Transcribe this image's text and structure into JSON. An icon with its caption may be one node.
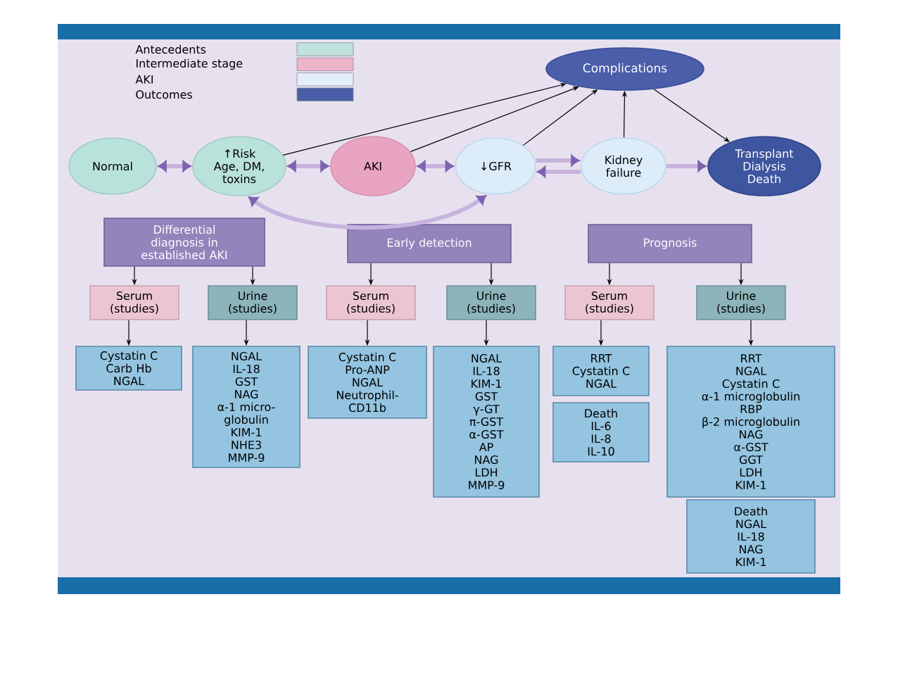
{
  "diagram": {
    "nodes": [
      {
        "text": [
          "Normal"
        ]
      },
      {
        "text": [
          "↑Risk",
          "Age, DM, toxins"
        ]
      },
      {
        "text": [
          "AKI"
        ]
      },
      {
        "text": [
          "↓GFR"
        ]
      },
      {
        "text": [
          "Kidney failure"
        ]
      },
      {
        "text": [
          "Transplant",
          "Dialysis",
          "Death"
        ]
      },
      {
        "text": [
          "Complications"
        ]
      },
      {
        "text": [
          "Differential diagnosis in established AKI"
        ]
      },
      {
        "text": [
          "Early detection"
        ]
      },
      {
        "text": [
          "Prognosis"
        ]
      },
      {
        "text": [
          "Serum (studies)"
        ]
      },
      {
        "text": [
          "Urine (studies)"
        ]
      },
      {
        "text": [
          "Serum (studies)"
        ]
      },
      {
        "text": [
          "Urine (studies)"
        ]
      },
      {
        "text": [
          "Serum (studies)"
        ]
      },
      {
        "text": [
          "Urine (studies)"
        ]
      },
      {
        "text": [
          "Cystatin C",
          "Carb Hb",
          "NGAL"
        ]
      },
      {
        "text": [
          "NGAL",
          "IL-18",
          "GST",
          "NAG",
          "α-1 micro-globulin",
          "KIM-1",
          "NHE3",
          "MMP-9"
        ]
      },
      {
        "text": [
          "Cystatin C",
          "Pro-ANP",
          "NGAL",
          "Neutrophil-CD11b"
        ]
      },
      {
        "text": [
          "NGAL",
          "IL-18",
          "KIM-1",
          "GST",
          "γ-GT",
          "π-GST",
          "α-GST",
          "AP",
          "NAG",
          "LDH",
          "MMP-9"
        ]
      },
      {
        "text": [
          "RRT",
          "Cystatin C",
          "NGAL"
        ]
      },
      {
        "text": [
          "Death",
          "IL-6",
          "IL-8",
          "IL-10"
        ]
      },
      {
        "text": [
          "RRT",
          "NGAL",
          "Cystatin C",
          "α-1 microglobulin",
          "RBP",
          "β-2 microglobulin",
          "NAG",
          "α-GST",
          "GGT",
          "LDH",
          "KIM-1"
        ]
      },
      {
        "text": [
          "Death",
          "NGAL",
          "IL-18",
          "NAG",
          "KIM-1"
        ]
      }
    ],
    "edges": [
      {
        "from": 0,
        "to": 1,
        "arrow": "both",
        "style": "thick",
        "color": "#c6b4de"
      },
      {
        "from": 1,
        "to": 2,
        "arrow": "both",
        "style": "thick",
        "color": "#c6b4de"
      },
      {
        "from": 2,
        "to": 3,
        "arrow": "both",
        "style": "thick",
        "color": "#c6b4de"
      },
      {
        "from": 3,
        "to": 4,
        "arrow": "to",
        "style": "thick",
        "color": "#c6b4de"
      },
      {
        "from": 4,
        "to": 3,
        "arrow": "to",
        "style": "thick",
        "color": "#c6b4de"
      },
      {
        "from": 4,
        "to": 5,
        "arrow": "to",
        "style": "thick",
        "color": "#c6b4de"
      },
      {
        "from": 1,
        "to": 3,
        "arrow": "both",
        "style": "thick",
        "color": "#c6b4de"
      },
      {
        "from": 1,
        "to": 6,
        "arrow": "to"
      },
      {
        "from": 2,
        "to": 6,
        "arrow": "to"
      },
      {
        "from": 3,
        "to": 6,
        "arrow": "to"
      },
      {
        "from": 4,
        "to": 6,
        "arrow": "to"
      },
      {
        "from": 6,
        "to": 5,
        "arrow": "to"
      },
      {
        "from": 7,
        "to": 10,
        "arrow": "to"
      },
      {
        "from": 7,
        "to": 11,
        "arrow": "to"
      },
      {
        "from": 8,
        "to": 12,
        "arrow": "to"
      },
      {
        "from": 8,
        "to": 13,
        "arrow": "to"
      },
      {
        "from": 9,
        "to": 14,
        "arrow": "to"
      },
      {
        "from": 9,
        "to": 15,
        "arrow": "to"
      },
      {
        "from": 10,
        "to": 16,
        "arrow": "to"
      },
      {
        "from": 11,
        "to": 17,
        "arrow": "to"
      },
      {
        "from": 12,
        "to": 18,
        "arrow": "to"
      },
      {
        "from": 13,
        "to": 19,
        "arrow": "to"
      },
      {
        "from": 14,
        "to": 20,
        "arrow": "to"
      },
      {
        "from": 15,
        "to": 22,
        "arrow": "to"
      }
    ],
    "legend": [
      {
        "text": "Antecedents",
        "color": "#bfe3dc"
      },
      {
        "text": "Intermediate stage",
        "color": "#eeb4c8"
      },
      {
        "text": "AKI",
        "color": "#e2eef8"
      },
      {
        "text": "Outcomes",
        "color": "#4a5ea8"
      }
    ]
  }
}
